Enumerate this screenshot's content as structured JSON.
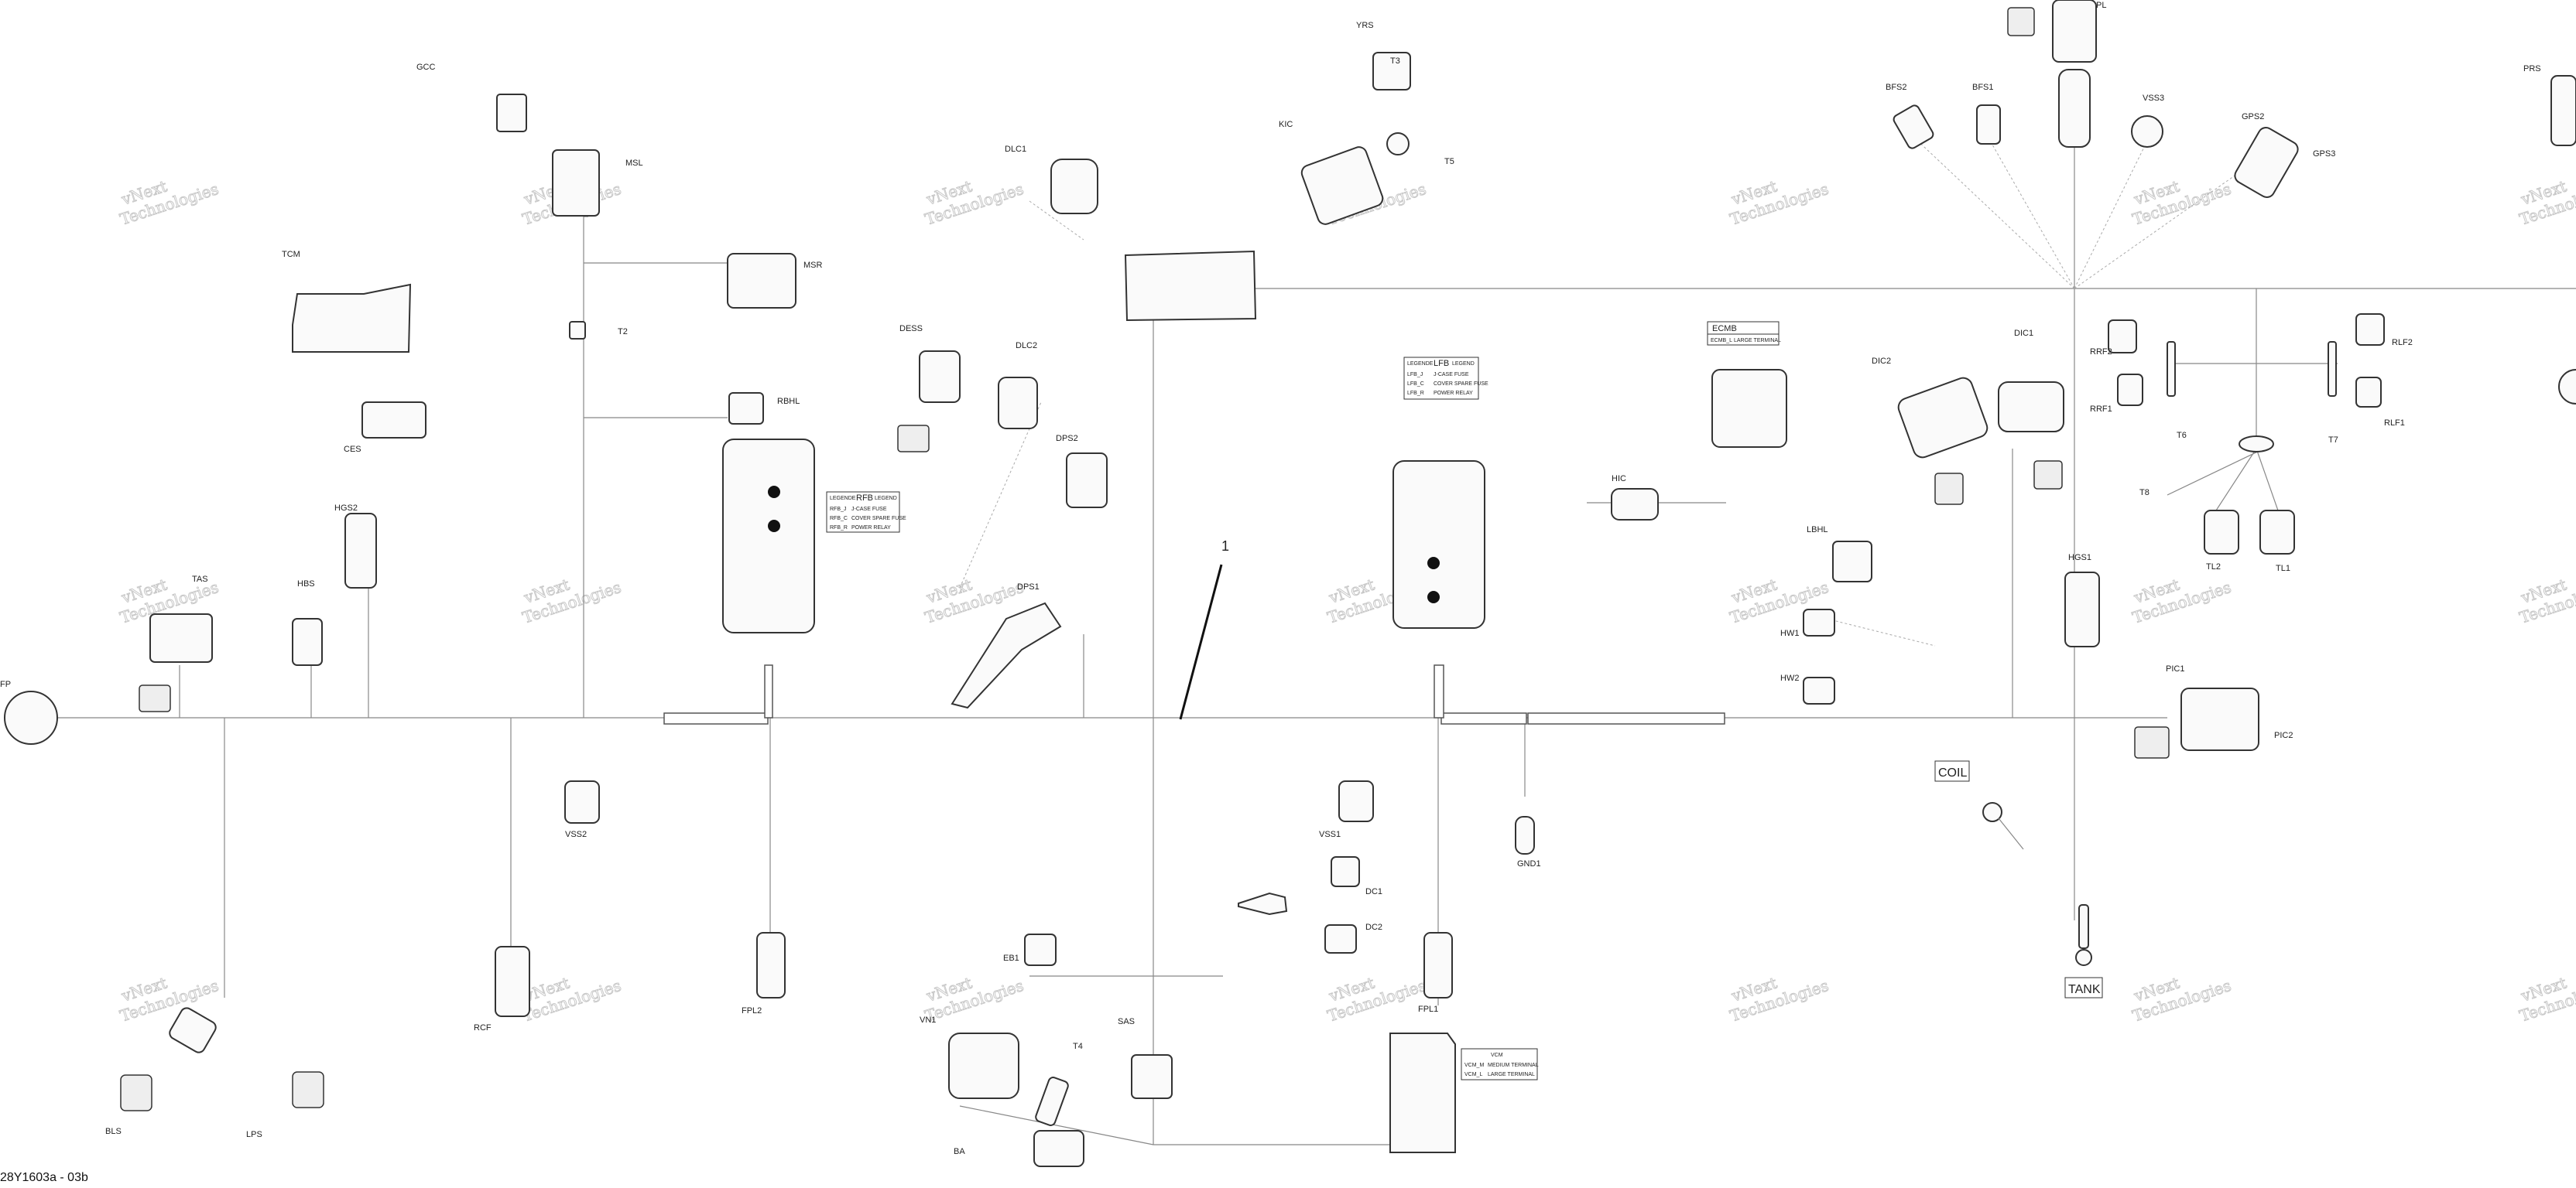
{
  "figure_ref": "28Y1603a - 03b",
  "callout_number": "1",
  "watermark": [
    "vNext",
    "Technologies"
  ],
  "labels": {
    "gcc": "GCC",
    "msl": "MSL",
    "tcm": "TCM",
    "msr": "MSR",
    "t2": "T2",
    "rbhl": "RBHL",
    "ces": "CES",
    "hgs2": "HGS2",
    "tas": "TAS",
    "hbs": "HBS",
    "fp": "FP",
    "dess": "DESS",
    "dlc2": "DLC2",
    "dlc1": "DLC1",
    "dps2": "DPS2",
    "dps1": "DPS1",
    "yrs": "YRS",
    "t3": "T3",
    "kic": "KIC",
    "t5": "T5",
    "pl": "PL",
    "bfs2": "BFS2",
    "bfs1": "BFS1",
    "vss3": "VSS3",
    "gps2": "GPS2",
    "gps3": "GPS3",
    "prs": "PRS",
    "ecmb": "ECMB",
    "dic2": "DIC2",
    "dic1": "DIC1",
    "rrf2": "RRF2",
    "rrf1": "RRF1",
    "rlf2": "RLF2",
    "rlf1": "RLF1",
    "t6": "T6",
    "t7": "T7",
    "t8": "T8",
    "hic": "HIC",
    "lbhl": "LBHL",
    "hw1": "HW1",
    "hw2": "HW2",
    "hgs1": "HGS1",
    "tl2": "TL2",
    "tl1": "TL1",
    "pic1": "PIC1",
    "pic2": "PIC2",
    "coil": "COIL",
    "tank": "TANK",
    "vss2": "VSS2",
    "rcf": "RCF",
    "fpl2": "FPL2",
    "bls": "BLS",
    "lps": "LPS",
    "vss1": "VSS1",
    "dc1": "DC1",
    "dc2": "DC2",
    "gnd1": "GND1",
    "fpl1": "FPL1",
    "eb1": "EB1",
    "vin1": "VN1",
    "t4": "T4",
    "sas": "SAS",
    "ba": "BA"
  },
  "legend_rfb": {
    "title": "RFB",
    "head": "LEGENDE",
    "head2": "LEGEND",
    "rows": [
      [
        "RFB_J",
        "J-CASE FUSE"
      ],
      [
        "RFB_C",
        "COVER SPARE FUSE"
      ],
      [
        "RFB_R",
        "POWER RELAY"
      ]
    ]
  },
  "legend_lfb": {
    "title": "LFB",
    "head": "LEGENDE",
    "head2": "LEGEND",
    "rows": [
      [
        "LFB_J",
        "J-CASE FUSE"
      ],
      [
        "LFB_C",
        "COVER SPARE FUSE"
      ],
      [
        "LFB_R",
        "POWER RELAY"
      ]
    ]
  },
  "legend_ecmb": {
    "row": [
      "ECMB_L",
      "LARGE TERMINAL"
    ]
  },
  "legend_vcm": {
    "title": "VCM",
    "rows": [
      [
        "VCM_M",
        "MEDIUM TERMINAL"
      ],
      [
        "VCM_L",
        "LARGE TERMINAL"
      ]
    ]
  }
}
